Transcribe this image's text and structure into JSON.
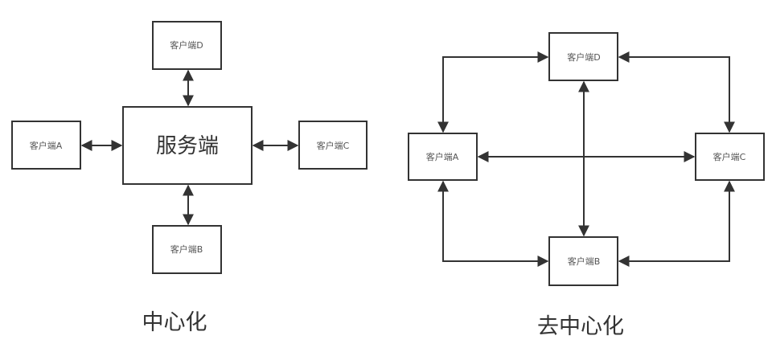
{
  "centralized": {
    "caption": "中心化",
    "server_label": "服务端",
    "clients": {
      "a": "客户端A",
      "b": "客户端B",
      "c": "客户端C",
      "d": "客户端D"
    }
  },
  "decentralized": {
    "caption": "去中心化",
    "clients": {
      "a": "客户端A",
      "b": "客户端B",
      "c": "客户端C",
      "d": "客户端D"
    }
  },
  "colors": {
    "stroke": "#333333",
    "label": "#555555",
    "background": "#ffffff"
  }
}
